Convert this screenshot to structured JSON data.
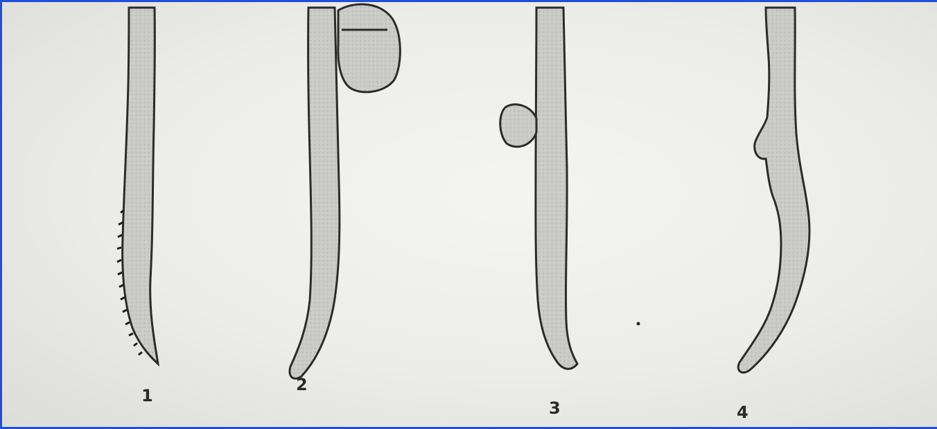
{
  "figures": [
    {
      "label": "1",
      "variant": "filament-with-bristled-lower-edge"
    },
    {
      "label": "2",
      "variant": "filament-with-large-top-lobe"
    },
    {
      "label": "3",
      "variant": "filament-with-small-side-bud"
    },
    {
      "label": "4",
      "variant": "filament-with-side-protrusion"
    }
  ],
  "colors": {
    "frame_border": "#1e4fd8",
    "paper": "#ecece9",
    "fill": "#c9c9c6",
    "outline": "#2b2b2b"
  }
}
